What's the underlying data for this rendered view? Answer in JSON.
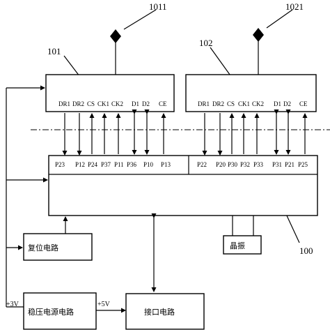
{
  "labels": {
    "antenna1": "1011",
    "antenna2": "1021",
    "rf_module1": "101",
    "rf_module2": "102",
    "mcu": "100"
  },
  "rf_pins": {
    "module1": [
      "DR1",
      "DR2",
      "CS",
      "CK1",
      "CK2",
      "D1",
      "D2",
      "CE"
    ],
    "module2": [
      "DR1",
      "DR2",
      "CS",
      "CK1",
      "CK2",
      "D1",
      "D2",
      "CE"
    ]
  },
  "mcu_pins": {
    "left": [
      "P23",
      "P12",
      "P24",
      "P37",
      "P11",
      "P36",
      "P10",
      "P13"
    ],
    "right": [
      "P22",
      "P20",
      "P30",
      "P32",
      "P33",
      "P31",
      "P21",
      "P25"
    ]
  },
  "blocks": {
    "reset": "复位电路",
    "crystal": "晶振",
    "regulator": "稳压电源电路",
    "interface": "接口电路"
  },
  "voltages": {
    "v3": "+3V",
    "v5": "+5V"
  }
}
